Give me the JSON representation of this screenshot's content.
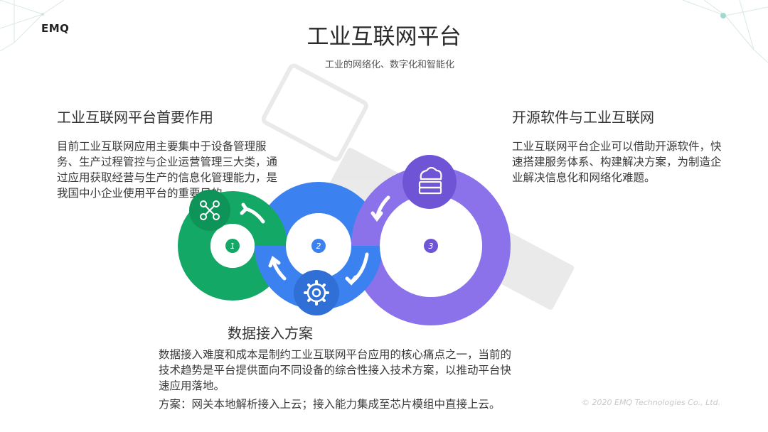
{
  "brand": {
    "logo_text": "EMQ"
  },
  "header": {
    "title": "工业互联网平台",
    "subtitle": "工业的网络化、数字化和智能化"
  },
  "sections": {
    "left": {
      "heading": "工业互联网平台首要作用",
      "body": "目前工业互联网应用主要集中于设备管理服务、生产过程管控与企业运营管理三大类，通过应用获取经营与生产的信息化管理能力，是我国中小企业使用平台的重要目的。"
    },
    "right": {
      "heading": "开源软件与工业互联网",
      "body": "工业互联网平台企业可以借助开源软件，快速搭建服务体系、构建解决方案，为制造企业解决信息化和网络化难题。"
    },
    "bottom": {
      "heading": "数据接入方案",
      "body": "数据接入难度和成本是制约工业互联网平台应用的核心痛点之一，当前的技术趋势是平台提供面向不同设备的综合性接入技术方案，以推动平台快速应用落地。",
      "solution": "方案：网关本地解析接入上云；接入能力集成至芯片模组中直接上云。"
    }
  },
  "diagram": {
    "steps": [
      {
        "num": "1",
        "icon": "network-nodes-icon",
        "color": "#14a866"
      },
      {
        "num": "2",
        "icon": "gear-icon",
        "color": "#3b82f0"
      },
      {
        "num": "3",
        "icon": "cloud-server-icon",
        "color": "#8b72ea"
      }
    ]
  },
  "footer": {
    "copyright": "© 2020 EMQ Technologies Co., Ltd."
  },
  "colors": {
    "green": "#14a866",
    "green_dark": "#0e9458",
    "blue": "#3b82f0",
    "blue_dark": "#2f6fd6",
    "purple": "#8b72ea",
    "purple_dark": "#6f55d6"
  }
}
